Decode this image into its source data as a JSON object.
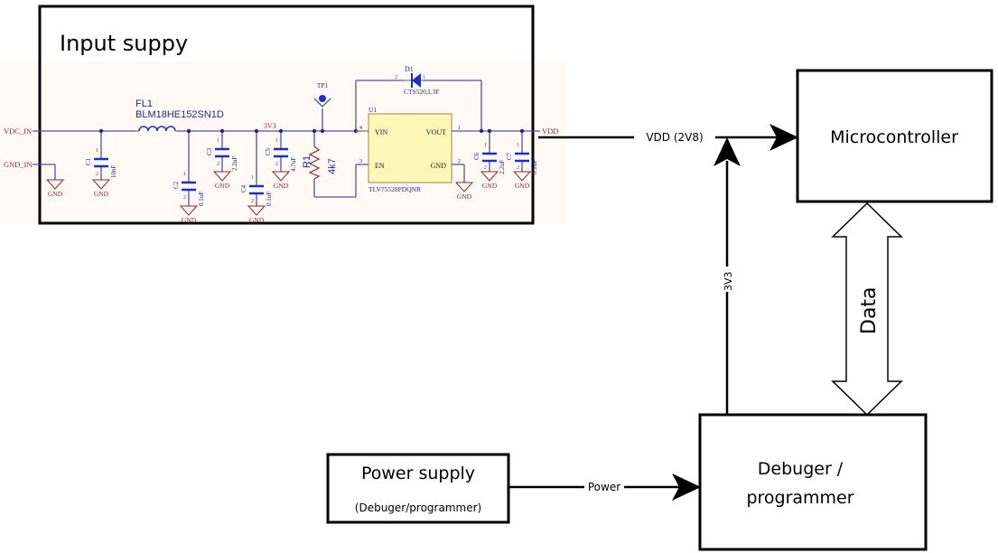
{
  "input_supply": {
    "title": "Input suppy",
    "nets": {
      "vdc_in": "VDC_IN",
      "gnd_in": "GND_IN",
      "rail_3v3": "3V3",
      "vdd": "VDD"
    },
    "gnd_label": "GND",
    "filter": {
      "ref": "FL1",
      "part": "BLM18HE152SN1D"
    },
    "test_point": {
      "ref": "TP1"
    },
    "diode": {
      "ref": "D1",
      "part": "CTS520,L3F",
      "pin_a": "2",
      "pin_k": "1"
    },
    "regulator": {
      "ref": "U1",
      "part": "TLV75528PDQNR",
      "pins": [
        {
          "name": "VIN",
          "num": "4"
        },
        {
          "name": "EN",
          "num": "3"
        },
        {
          "name": "VOUT",
          "num": "1"
        },
        {
          "name": "GND",
          "num": "2"
        }
      ]
    },
    "resistor": {
      "ref": "R1",
      "value": "4k7"
    },
    "capacitors": [
      {
        "ref": "C1",
        "value": "10nF"
      },
      {
        "ref": "C2",
        "value": "0.1uF"
      },
      {
        "ref": "C3",
        "value": "2.2uF"
      },
      {
        "ref": "C4",
        "value": "0.1uF"
      },
      {
        "ref": "C5",
        "value": "4.7uF"
      },
      {
        "ref": "C6",
        "value": "2.2uF"
      },
      {
        "ref": "C7",
        "value": "0.1uF"
      }
    ],
    "pin1": "1",
    "pin2": "2"
  },
  "blocks": {
    "microcontroller": "Microcontroller",
    "debugger_line1": "Debuger /",
    "debugger_line2": "programmer",
    "power_supply_title": "Power supply",
    "power_supply_sub": "(Debuger/programmer)"
  },
  "connections": {
    "vdd": "VDD (2V8)",
    "v3v3": "3V3",
    "data": "Data",
    "power": "Power"
  },
  "colors": {
    "wire": "#4a56a0",
    "cap": "#1a2fc8",
    "gnd": "#8b2a2a",
    "ic_fill": "#fdf7b8",
    "ic_border": "#a8804a",
    "schematic_bg": "#fffaf5"
  }
}
